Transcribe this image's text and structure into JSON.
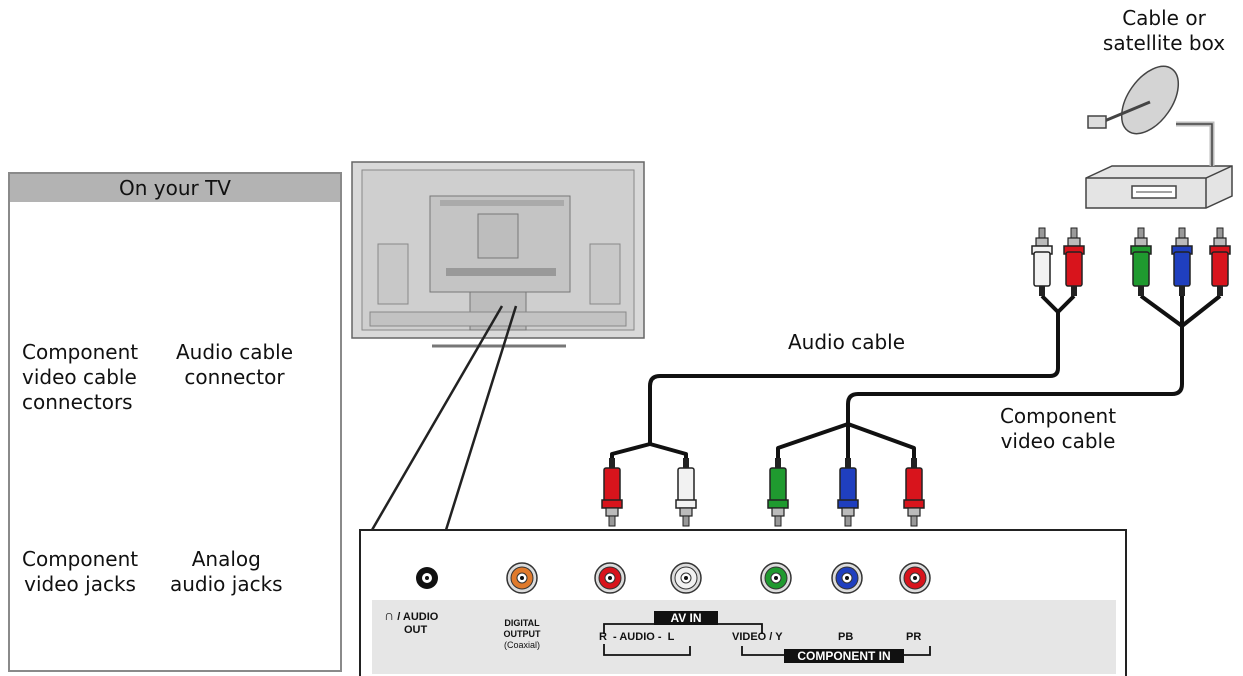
{
  "legend": {
    "header": "On your TV",
    "component_connectors": [
      "Component",
      "video cable",
      "connectors"
    ],
    "audio_connector": [
      "Audio cable",
      "connector"
    ],
    "component_jacks": [
      "Component",
      "video jacks"
    ],
    "audio_jacks": [
      "Analog",
      "audio jacks"
    ]
  },
  "source_box": [
    "Cable or",
    "satellite box"
  ],
  "cables": {
    "audio": "Audio cable",
    "component": [
      "Component",
      "video cable"
    ]
  },
  "panel": {
    "headphone_audio_out": [
      "/ AUDIO",
      "OUT"
    ],
    "digital_output": [
      "DIGITAL",
      "OUTPUT",
      "(Coaxial)"
    ],
    "av_in": "AV IN",
    "audio_rl": "R  - AUDIO -  L",
    "video_y": "VIDEO / Y",
    "pb": "PB",
    "pr": "PR",
    "component_in": "COMPONENT IN"
  },
  "colors": {
    "red": "#d8141c",
    "white": "#f2f2f2",
    "green": "#1f9a2f",
    "blue": "#1f3fbf",
    "orange": "#e07a2c",
    "panel_gray": "#e6e6e6"
  }
}
